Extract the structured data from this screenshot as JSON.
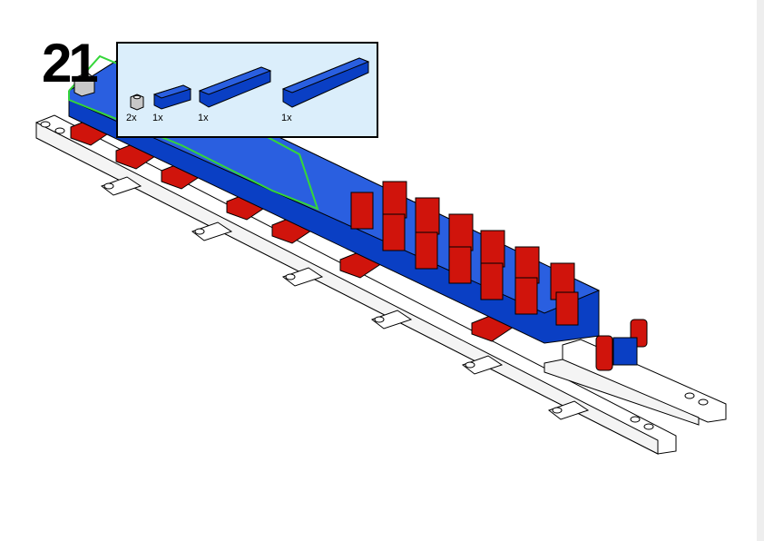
{
  "step": {
    "number": "21"
  },
  "parts_list": {
    "items": [
      {
        "qty": "2x",
        "part": "light-gray-1x1-brick"
      },
      {
        "qty": "1x",
        "part": "blue-1x4-brick"
      },
      {
        "qty": "1x",
        "part": "blue-1x8-brick"
      },
      {
        "qty": "1x",
        "part": "blue-1x10-brick"
      }
    ]
  },
  "colors": {
    "blue": "#0a3fc4",
    "red": "#d0140c",
    "white": "#ffffff",
    "gray": "#c8c8c8",
    "callout_bg": "#dbeefb",
    "highlight": "#35d63a"
  }
}
